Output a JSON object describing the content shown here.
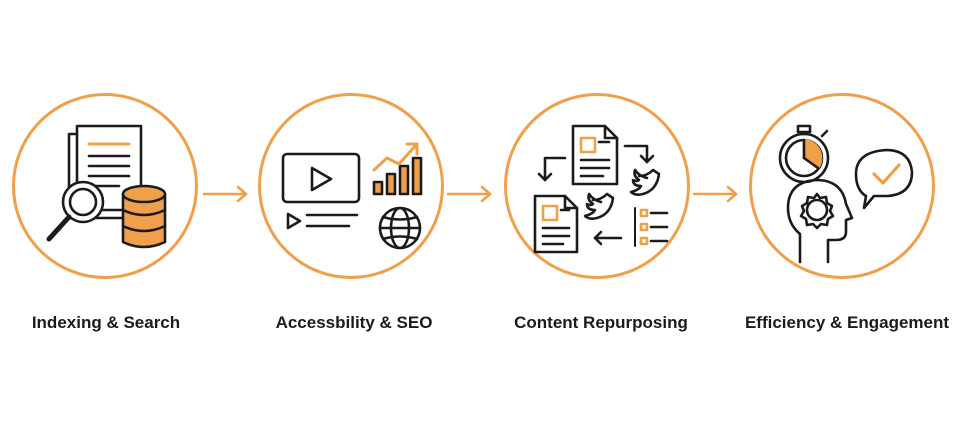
{
  "steps": [
    {
      "label": "Indexing & Search"
    },
    {
      "label": "Accessbility & SEO"
    },
    {
      "label": "Content Repurposing"
    },
    {
      "label": "Efficiency & Engagement"
    }
  ],
  "icons": [
    "document-stack-magnifier-database-icon",
    "video-chart-globe-icon",
    "documents-twitter-cycle-icon",
    "stopwatch-head-gear-chat-check-icon"
  ],
  "colors": {
    "accent": "#F0A04B",
    "ink": "#1b1b1b"
  }
}
